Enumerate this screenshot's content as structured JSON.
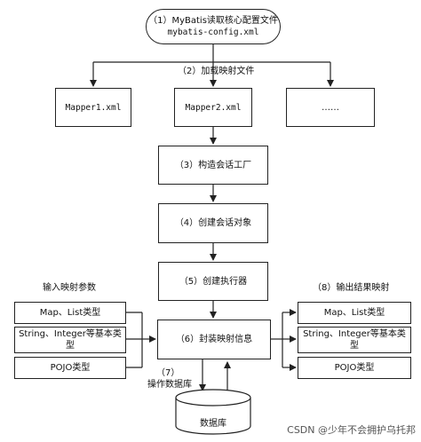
{
  "nodes": {
    "start_line1": "（1）MyBatis读取核心配置文件",
    "start_line2": "mybatis-config.xml",
    "load_label": "（2）加载映射文件",
    "mapper1": "Mapper1.xml",
    "mapper2": "Mapper2.xml",
    "mapper_more": "……",
    "step3": "（3）构造会话工厂",
    "step4": "（4）创建会话对象",
    "step5": "（5）创建执行器",
    "step6": "（6）封装映射信息",
    "step7_line1": "（7）",
    "step7_line2": "操作数据库",
    "database": "数据库"
  },
  "input_params": {
    "title": "输入映射参数",
    "items": [
      "Map、List类型",
      "String、Integer等基本类型",
      "POJO类型"
    ]
  },
  "output_results": {
    "title": "（8）输出结果映射",
    "items": [
      "Map、List类型",
      "String、Integer等基本类型",
      "POJO类型"
    ]
  },
  "watermark": "CSDN @少年不会拥护乌托邦"
}
